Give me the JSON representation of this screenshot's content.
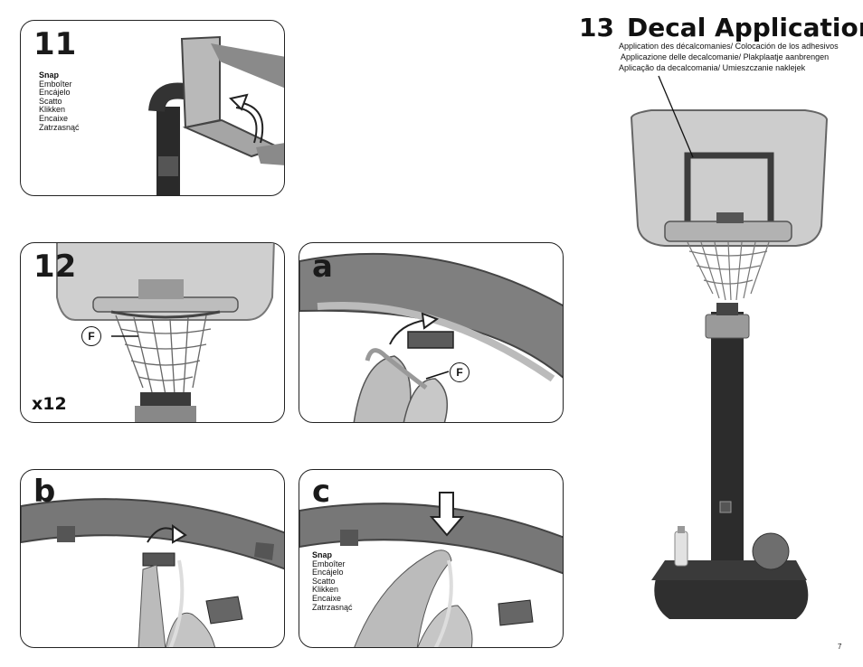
{
  "step11": {
    "number": "11",
    "snap_words": [
      "Snap",
      "Emboîter",
      "Encájelo",
      "Scatto",
      "Klikken",
      "Encaixe",
      "Zatrzasnąć"
    ]
  },
  "step12": {
    "number": "12",
    "part_label": "F",
    "quantity": "x12"
  },
  "step12a": {
    "letter": "a",
    "part_label": "F"
  },
  "step12b": {
    "letter": "b"
  },
  "step12c": {
    "letter": "c",
    "snap_words": [
      "Snap",
      "Emboîter",
      "Encájelo",
      "Scatto",
      "Klikken",
      "Encaixe",
      "Zatrzasnąć"
    ]
  },
  "step13": {
    "number": "13",
    "title": "Decal Application",
    "subtitles": [
      "Application des décalcomanies/ Colocación de los adhesivos",
      "Applicazione delle decalcomanie/ Plakplaatje aanbrengen",
      "Aplicação da decalcomania/ Umieszczanie naklejek"
    ]
  },
  "page_number": "7"
}
